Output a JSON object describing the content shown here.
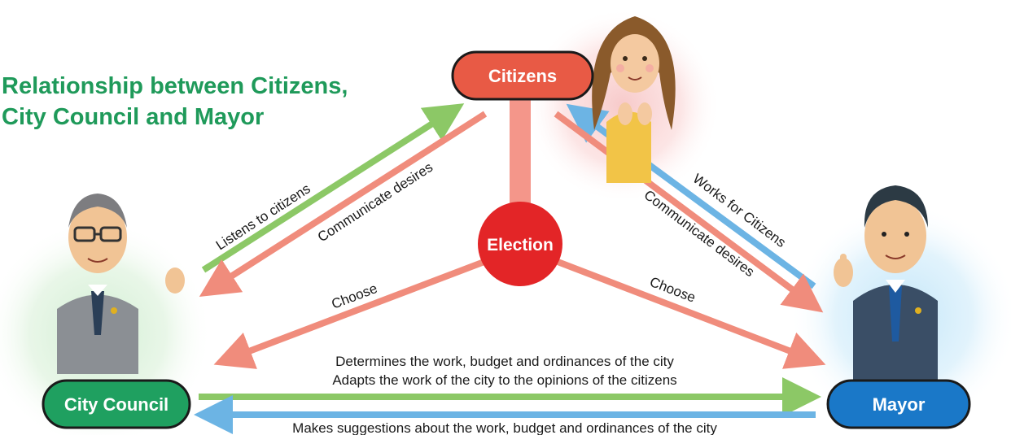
{
  "title": {
    "line1": "Relationship between Citizens,",
    "line2": "City Council and Mayor"
  },
  "nodes": {
    "citizens": "Citizens",
    "election": "Election",
    "city_council": "City Council",
    "mayor": "Mayor"
  },
  "arrows": {
    "listens_to_citizens": "Listens to citizens",
    "council_communicate_desires": "Communicate desires",
    "works_for_citizens": "Works for Citizens",
    "mayor_communicate_desires": "Communicate desires",
    "choose_council": "Choose",
    "choose_mayor": "Choose",
    "council_to_mayor_line1": "Determines the work, budget and ordinances of the city",
    "council_to_mayor_line2": "Adapts the work of the city to the opinions of the citizens",
    "mayor_to_council": "Makes suggestions about the work, budget and ordinances of the city"
  },
  "colors": {
    "title_green": "#1f9a5a",
    "citizens_red": "#e85a45",
    "election_red": "#e32527",
    "council_green": "#1fa060",
    "mayor_blue": "#1a78c8",
    "arrow_salmon": "#f08c7c",
    "arrow_green": "#8cc866",
    "arrow_blue": "#6cb4e4"
  },
  "illustrations": [
    "woman-citizen-figure",
    "council-member-figure",
    "mayor-figure"
  ]
}
